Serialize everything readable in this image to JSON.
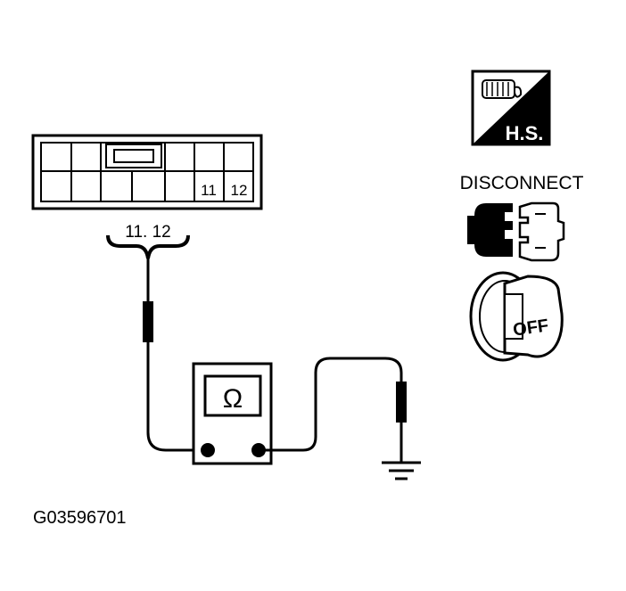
{
  "connector": {
    "pin_a": "11",
    "pin_b": "12",
    "probe_label": "11. 12"
  },
  "meter": {
    "symbol": "Ω"
  },
  "hs_icon": {
    "label": "H.S."
  },
  "disconnect": {
    "label": "DISCONNECT"
  },
  "ignition": {
    "label": "OFF"
  },
  "figure_id": "G03596701",
  "icons": [
    "hs-icon",
    "connector-disconnect-icon",
    "ignition-key-off-icon",
    "ground-icon",
    "ohmmeter-icon"
  ],
  "colors": {
    "ink": "#000000",
    "paper": "#ffffff"
  }
}
